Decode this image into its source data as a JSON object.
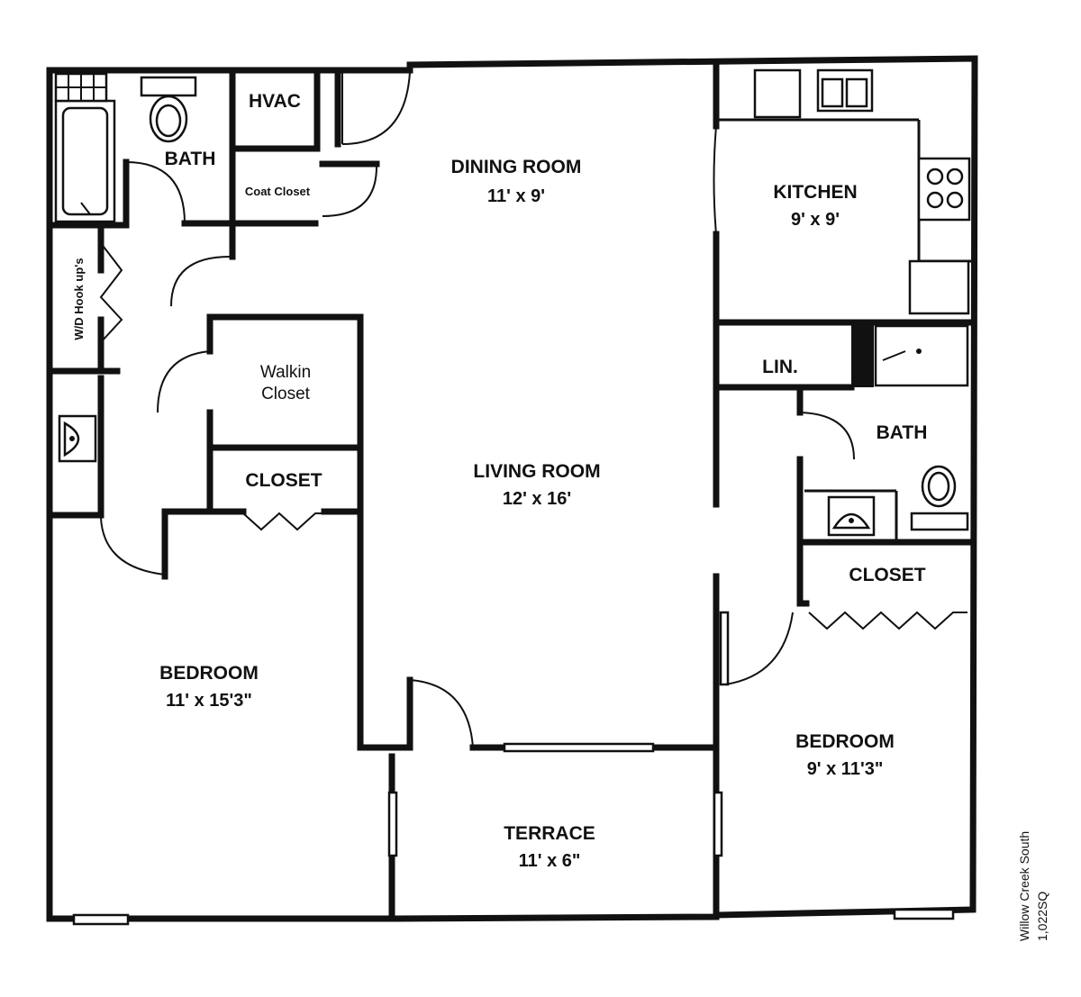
{
  "rooms": {
    "dining_room": {
      "name": "DINING ROOM",
      "dims": "11' x 9'"
    },
    "kitchen": {
      "name": "KITCHEN",
      "dims": "9' x 9'"
    },
    "living_room": {
      "name": "LIVING ROOM",
      "dims": "12' x 16'"
    },
    "bedroom_left": {
      "name": "BEDROOM",
      "dims": "11' x 15'3\""
    },
    "bedroom_right": {
      "name": "BEDROOM",
      "dims": "9' x 11'3\""
    },
    "terrace": {
      "name": "TERRACE",
      "dims": "11' x 6\""
    },
    "bath_top": {
      "name": "BATH"
    },
    "bath_right": {
      "name": "BATH"
    },
    "hvac": {
      "name": "HVAC"
    },
    "coat_closet": {
      "name": "Coat Closet"
    },
    "wd_hookups": {
      "name": "W/D Hook up's"
    },
    "walkin_closet": {
      "line1": "Walkin",
      "line2": "Closet"
    },
    "closet_left": {
      "name": "CLOSET"
    },
    "closet_right": {
      "name": "CLOSET"
    },
    "linen": {
      "name": "LIN."
    }
  },
  "caption": {
    "line1": "Willow Creek South",
    "line2": "1,022SQ"
  }
}
